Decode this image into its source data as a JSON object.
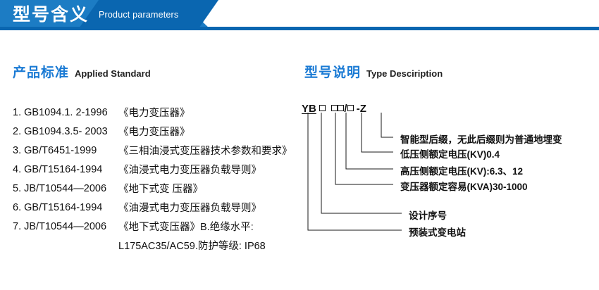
{
  "banner": {
    "title": "型号含义",
    "subtitle": "Product parameters",
    "color_light": "#1c7cc4",
    "color_dark": "#0a66b0"
  },
  "sections": {
    "left": {
      "heading_cn": "产品标准",
      "heading_en": "Applied Standard",
      "heading_color": "#1a7ad4"
    },
    "right": {
      "heading_cn": "型号说明",
      "heading_en": "Type Desciription",
      "heading_color": "#1a7ad4"
    }
  },
  "standards": [
    {
      "code": "1. GB1094.1. 2-1996",
      "name": "《电力变压器》"
    },
    {
      "code": "2. GB1094.3.5- 2003",
      "name": "《电力变压器》"
    },
    {
      "code": "3. GB/T6451-1999",
      "name": "《三相油浸式变压器技术参数和要求》"
    },
    {
      "code": "4. GB/T15164-1994",
      "name": "《油浸式电力变压器负载导则》"
    },
    {
      "code": "5. JB/T10544—2006",
      "name": "《地下式变 压器》"
    },
    {
      "code": "6. GB/T15164-1994",
      "name": "《油漫式电力变压器负载导则》"
    },
    {
      "code": "7. JB/T10544—2006",
      "name": "《地下式变压器》B.绝缘水平:"
    }
  ],
  "standards_continuation": "L175AC35/AC59.防护等级: IP68",
  "model_code": {
    "prefix": "YB",
    "separator_slash": "/",
    "separator_dash": "-",
    "suffix": "Z",
    "box_glyph": "□"
  },
  "callouts": [
    {
      "id": "smart-suffix",
      "label": "智能型后缀，无此后缀则为普通地埋变"
    },
    {
      "id": "lv-rated-voltage",
      "label": "低压侧额定电压(KV)0.4"
    },
    {
      "id": "hv-rated-voltage",
      "label": "高压侧额定电压(KV):6.3、12"
    },
    {
      "id": "rated-capacity",
      "label": "变压器额定容易(KVA)30-1000"
    },
    {
      "id": "design-serial",
      "label": "设计序号"
    },
    {
      "id": "prefab-substation",
      "label": "预装式变电站"
    }
  ]
}
